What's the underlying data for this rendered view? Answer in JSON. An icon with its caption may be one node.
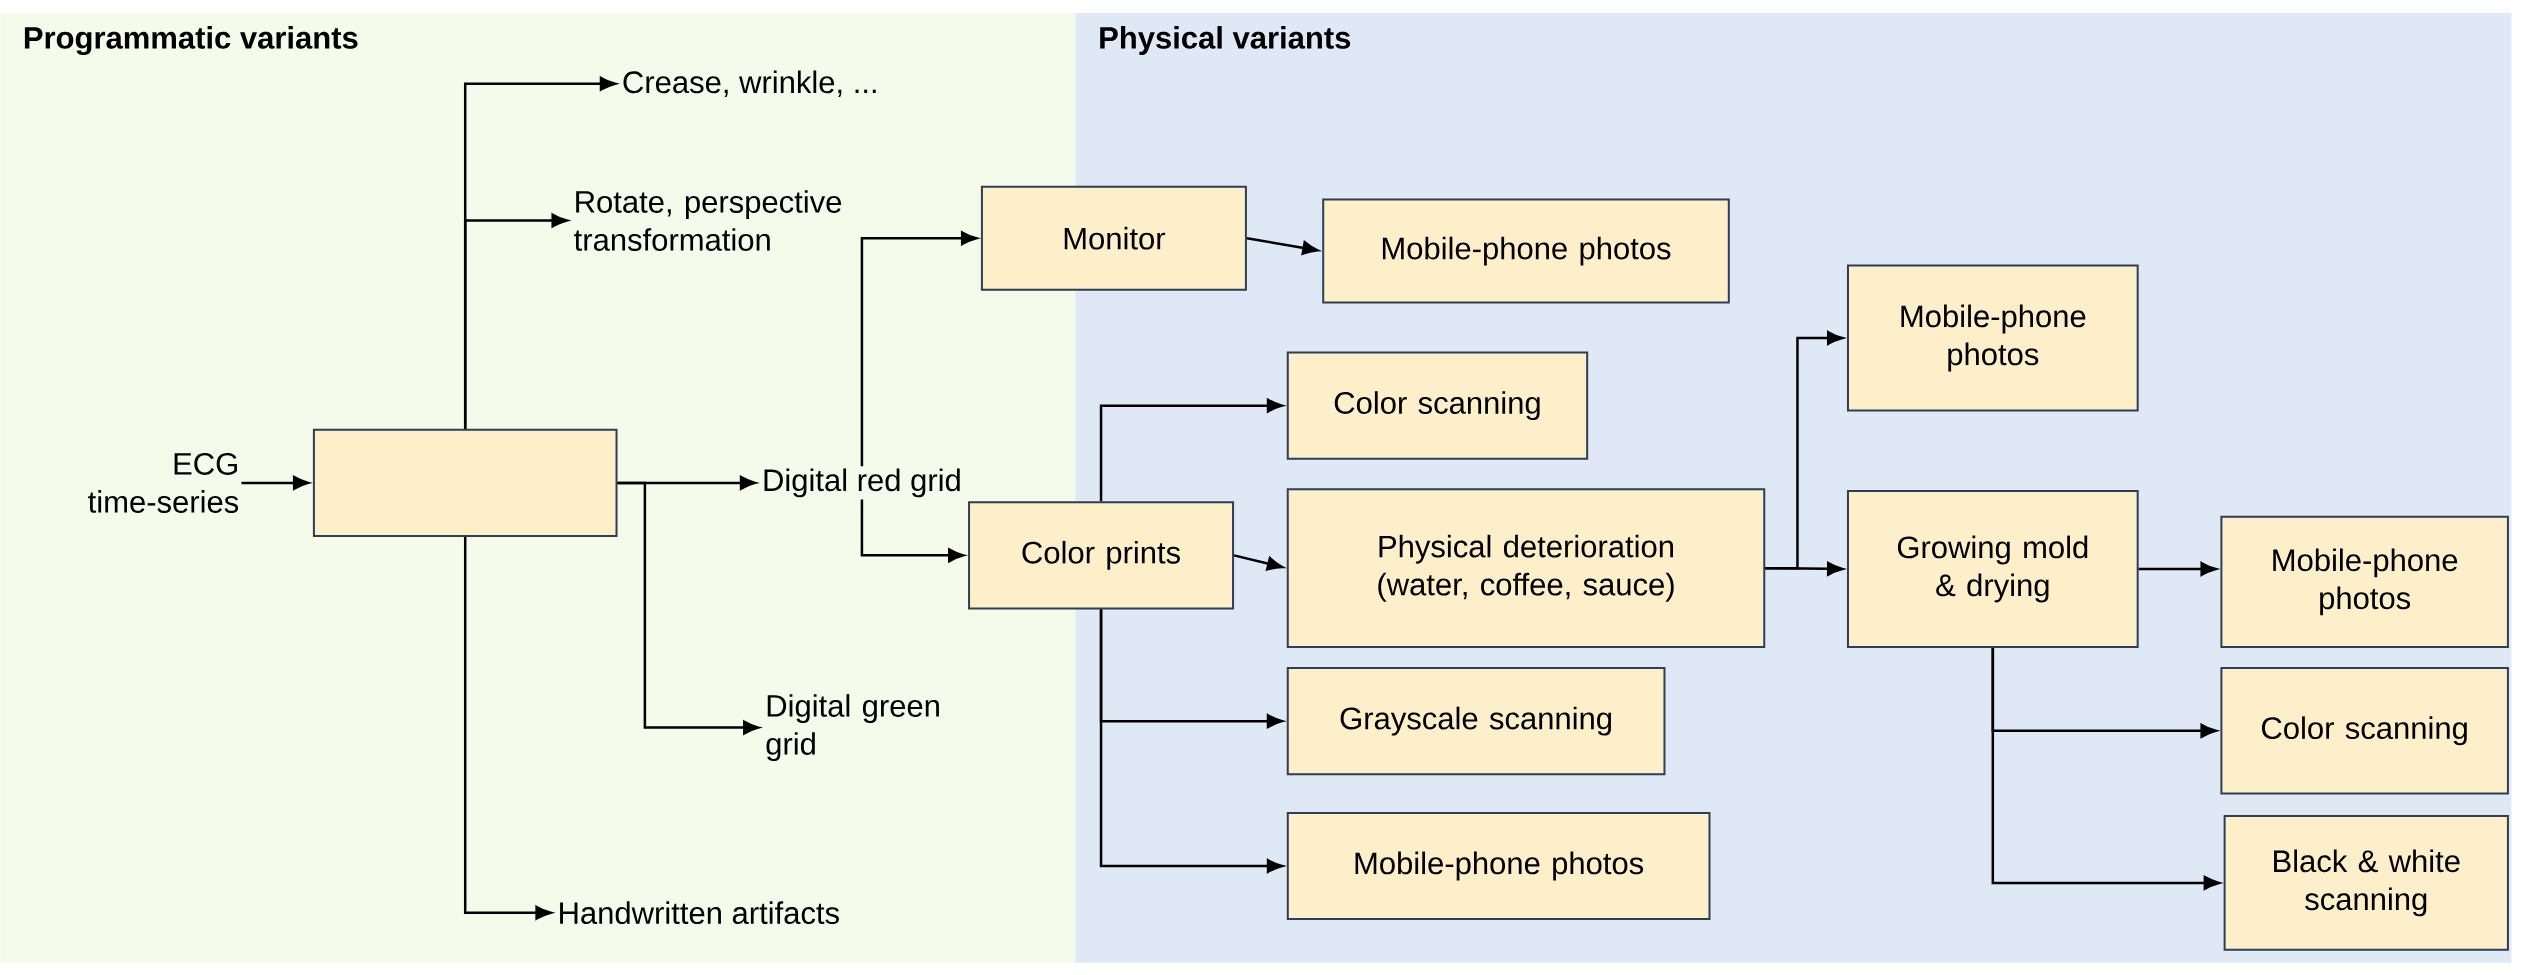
{
  "diagram": {
    "nodes": [
      {
        "text": [
          "Programmatic variants"
        ]
      },
      {
        "text": [
          "Physical variants"
        ]
      },
      {
        "text": [
          "ECG time-series"
        ],
        "in": 0
      },
      {
        "text": [],
        "shape": "box",
        "in": 0
      },
      {
        "text": [
          "Crease, wrinkle, ..."
        ],
        "in": 0
      },
      {
        "text": [
          "Rotate, perspective transformation"
        ],
        "in": 0
      },
      {
        "text": [
          "Handwritten artifacts"
        ],
        "in": 0
      },
      {
        "text": [
          "Digital red grid"
        ],
        "in": 0
      },
      {
        "text": [
          "Digital green grid"
        ],
        "in": 0
      },
      {
        "text": [
          "Monitor"
        ]
      },
      {
        "text": [
          "Mobile-phone photos"
        ],
        "in": 1
      },
      {
        "text": [
          "Color prints"
        ]
      },
      {
        "text": [
          "Color scanning"
        ],
        "in": 1
      },
      {
        "text": [
          "Physical deterioration (water, coffee, sauce)"
        ],
        "in": 1
      },
      {
        "text": [
          "Grayscale scanning"
        ],
        "in": 1
      },
      {
        "text": [
          "Mobile-phone photos"
        ],
        "in": 1
      },
      {
        "text": [
          "Mobile-phone photos"
        ],
        "in": 1
      },
      {
        "text": [
          "Growing mold & drying"
        ],
        "in": 1
      },
      {
        "text": [
          "Mobile-phone photos"
        ],
        "in": 1
      },
      {
        "text": [
          "Color scanning"
        ],
        "in": 1
      },
      {
        "text": [
          "Black & white scanning"
        ],
        "in": 1
      }
    ],
    "edges": [
      {
        "from": 2,
        "to": 3,
        "arrow": "to"
      },
      {
        "from": 3,
        "to": 4,
        "arrow": "to"
      },
      {
        "from": 3,
        "to": 5,
        "arrow": "to"
      },
      {
        "from": 3,
        "to": 6,
        "arrow": "to"
      },
      {
        "from": 3,
        "to": 7,
        "arrow": "to"
      },
      {
        "from": 3,
        "to": 8,
        "arrow": "to"
      },
      {
        "from": 7,
        "to": 9,
        "arrow": "to"
      },
      {
        "from": 7,
        "to": 11,
        "arrow": "to"
      },
      {
        "from": 9,
        "to": 10,
        "arrow": "to"
      },
      {
        "from": 11,
        "to": 12,
        "arrow": "to"
      },
      {
        "from": 11,
        "to": 13,
        "arrow": "to"
      },
      {
        "from": 11,
        "to": 14,
        "arrow": "to"
      },
      {
        "from": 11,
        "to": 15,
        "arrow": "to"
      },
      {
        "from": 13,
        "to": 16,
        "arrow": "to"
      },
      {
        "from": 13,
        "to": 17,
        "arrow": "to"
      },
      {
        "from": 17,
        "to": 18,
        "arrow": "to"
      },
      {
        "from": 17,
        "to": 19,
        "arrow": "to"
      },
      {
        "from": 17,
        "to": 20,
        "arrow": "to"
      }
    ]
  }
}
